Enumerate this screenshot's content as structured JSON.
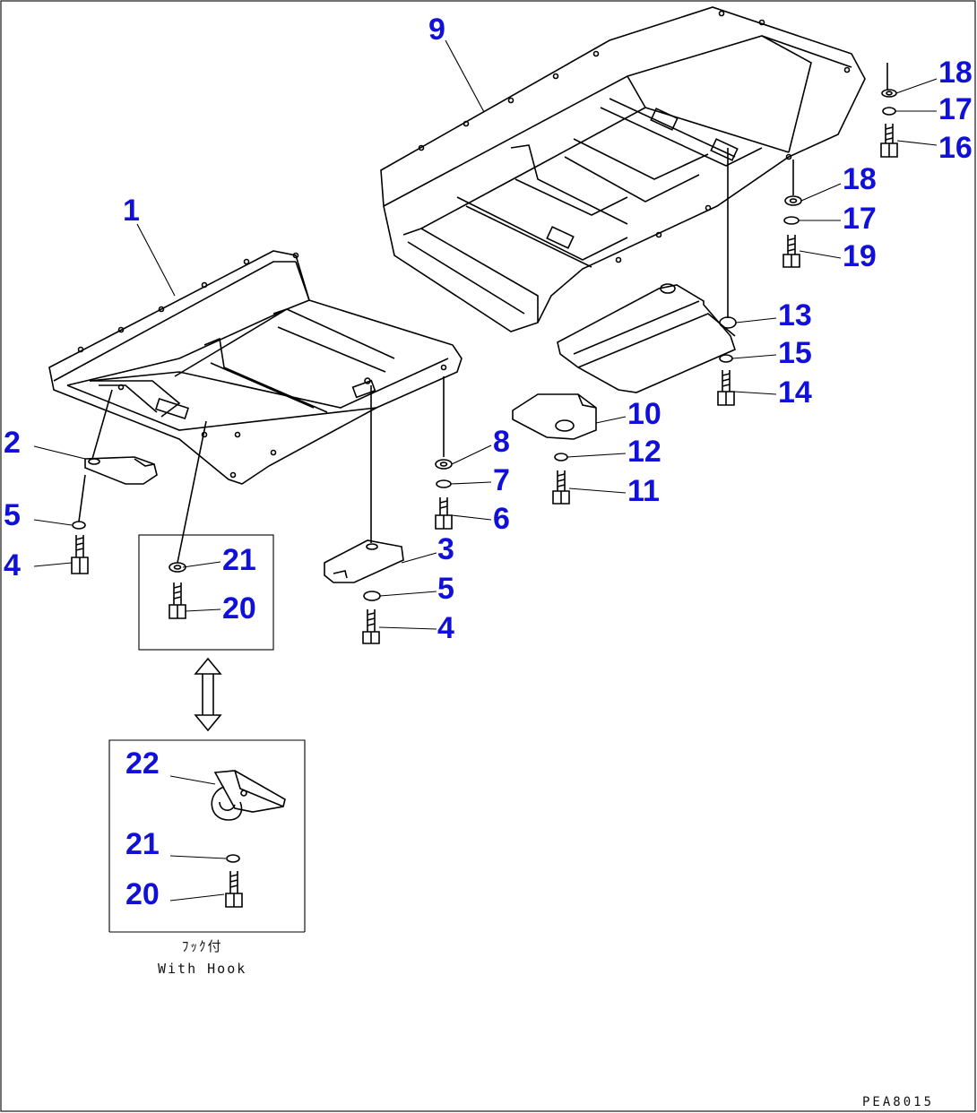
{
  "labels": {
    "p1": "1",
    "p2": "2",
    "p3": "3",
    "p4a": "4",
    "p4b": "4",
    "p5a": "5",
    "p5b": "5",
    "p6": "6",
    "p7": "7",
    "p8": "8",
    "p9": "9",
    "p10": "10",
    "p11": "11",
    "p12": "12",
    "p13": "13",
    "p14": "14",
    "p15": "15",
    "p16": "16",
    "p17a": "17",
    "p17b": "17",
    "p18a": "18",
    "p18b": "18",
    "p19": "19",
    "p20a": "20",
    "p20b": "20",
    "p21a": "21",
    "p21b": "21",
    "p22": "22"
  },
  "caption": {
    "japanese": "ﾌｯｸ付",
    "english": "With Hook",
    "drawing_code": "PEA8015"
  },
  "colors": {
    "callout": "#1010d8",
    "line": "#000000",
    "background": "#ffffff"
  }
}
